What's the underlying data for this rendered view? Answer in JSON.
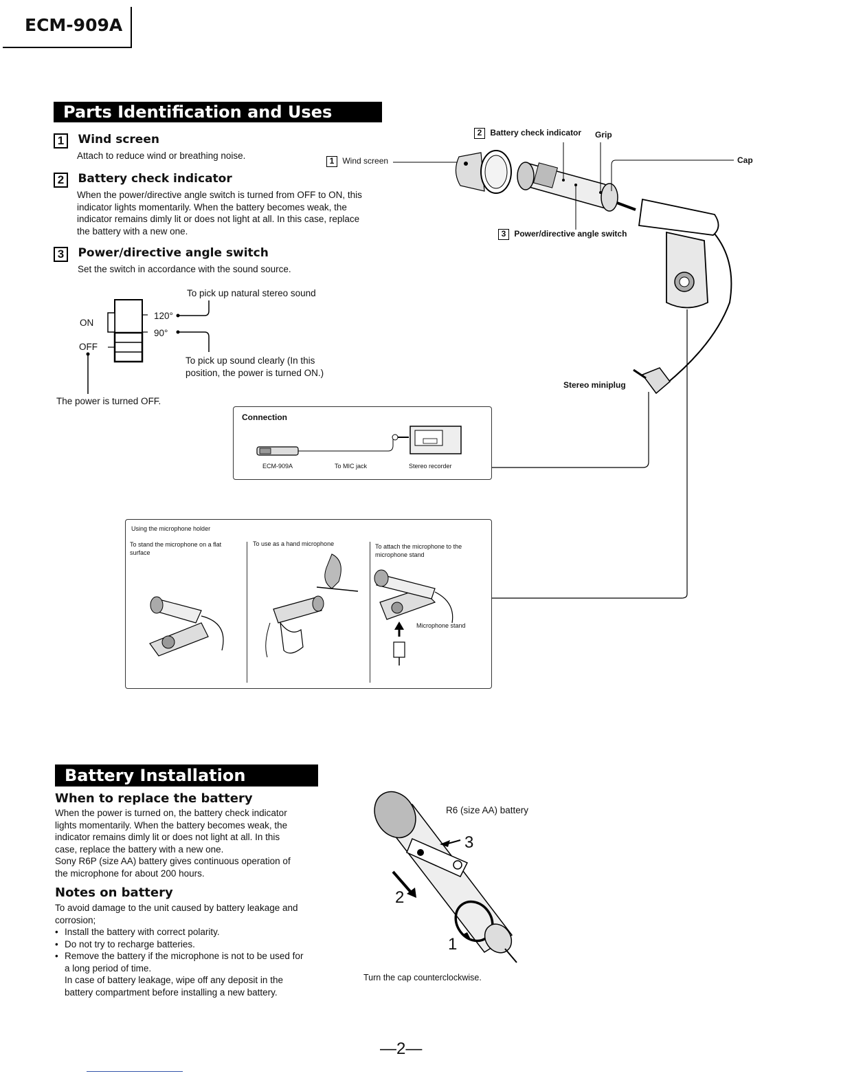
{
  "header": {
    "model": "ECM-909A"
  },
  "parts_section": {
    "title": "Parts Identification and Uses",
    "items": [
      {
        "num": "1",
        "title": "Wind screen",
        "desc": "Attach to reduce wind or breathing noise."
      },
      {
        "num": "2",
        "title": "Battery check indicator",
        "desc_lines": [
          "When the power/directive angle switch is turned from OFF to ON, this",
          "indicator lights momentarily.  When the battery becomes weak, the",
          "indicator remains dimly lit or does not light at all.  In this case, replace",
          "the battery with a new one."
        ]
      },
      {
        "num": "3",
        "title": "Power/directive angle switch",
        "desc": "Set the switch in accordance with the sound source."
      }
    ],
    "switch_diagram": {
      "on_label": "ON",
      "off_label": "OFF",
      "angle_120": "120°",
      "angle_90": "90°",
      "note_stereo": "To pick up natural stereo sound",
      "note_clear_lines": [
        "To pick up sound clearly (In this",
        "position, the power is turned ON.)"
      ],
      "note_off": "The power is turned OFF."
    }
  },
  "mic_diagram": {
    "label_battery_indicator": "Battery check indicator",
    "label_battery_indicator_num": "2",
    "label_grip": "Grip",
    "label_cap": "Cap",
    "label_wind_screen": "Wind screen",
    "label_wind_screen_num": "1",
    "label_switch": "Power/directive angle switch",
    "label_switch_num": "3",
    "label_miniplug": "Stereo miniplug"
  },
  "connection": {
    "title": "Connection",
    "labels": [
      "ECM-909A",
      "To MIC jack",
      "Stereo recorder"
    ]
  },
  "holder": {
    "title": "Using the microphone holder",
    "panels": [
      {
        "caption_lines": [
          "To stand the microphone on a flat",
          "surface"
        ]
      },
      {
        "caption_lines": [
          "To use as a hand microphone"
        ]
      },
      {
        "caption_lines": [
          "To attach the microphone to the",
          "microphone stand"
        ],
        "extra": "Microphone stand"
      }
    ]
  },
  "battery_section": {
    "title": "Battery Installation",
    "replace_heading": "When to replace the battery",
    "replace_lines": [
      "When the power is turned on, the battery check indicator",
      "lights momentarily.  When the battery becomes weak, the",
      "indicator remains dimly lit or does not light at all.  In this",
      "case, replace the battery with a new one.",
      "Sony R6P (size AA) battery gives continuous operation of",
      "the microphone for about 200 hours."
    ],
    "notes_heading": "Notes on battery",
    "notes_intro_lines": [
      "To avoid damage to the unit caused by battery leakage and",
      "corrosion;"
    ],
    "bullets": [
      "Install the battery with correct polarity.",
      "Do not try to recharge batteries.",
      "Remove the battery if the microphone is not to be used for"
    ],
    "bullet3_cont": [
      "a long period of time.",
      "In case of battery leakage, wipe off any deposit in the",
      "battery compartment before installing a new battery."
    ],
    "figure": {
      "battery_label": "R6 (size AA) battery",
      "step1": "1",
      "step2": "2",
      "step3": "3",
      "caption": "Turn the cap counterclockwise."
    }
  },
  "footer": {
    "page": "—2—"
  }
}
